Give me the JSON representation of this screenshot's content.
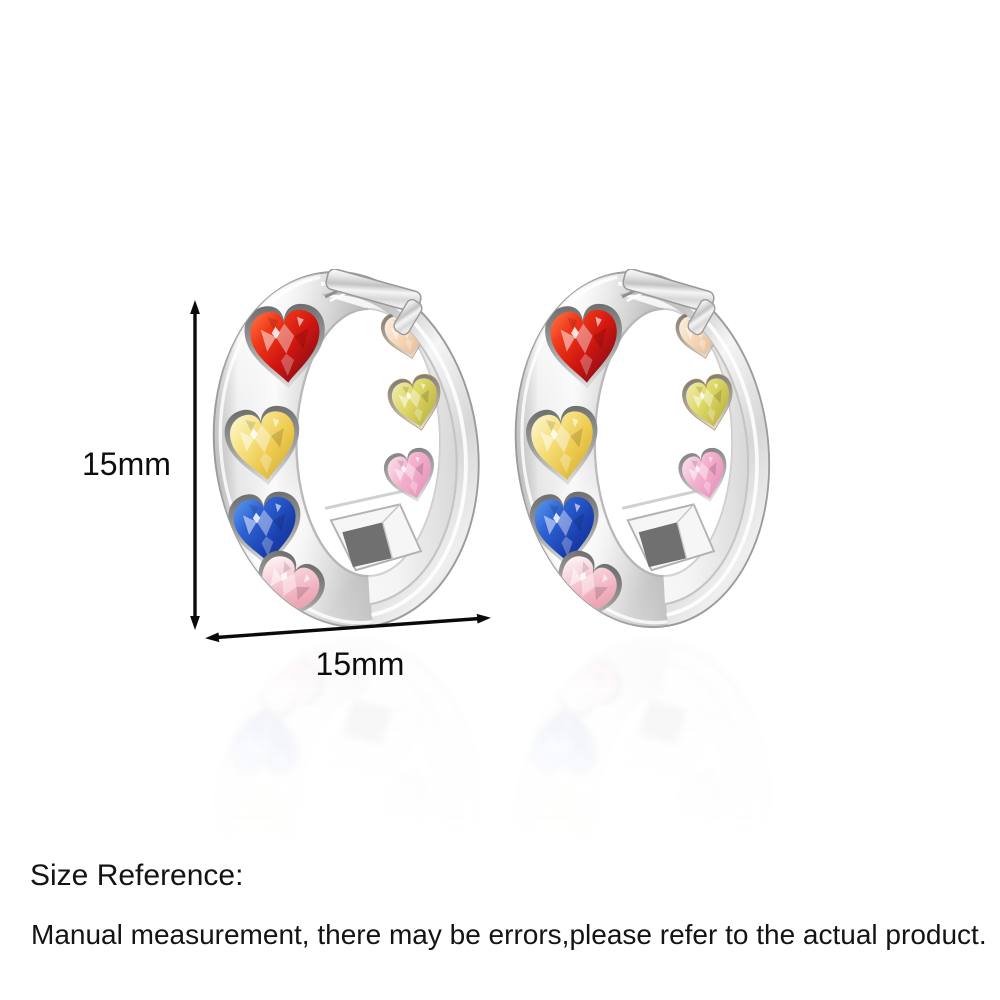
{
  "dimensions": {
    "height_label": "15mm",
    "width_label": "15mm"
  },
  "footer": {
    "size_reference_label": "Size Reference:",
    "disclaimer": "Manual measurement, there may be errors,please refer to the actual product."
  },
  "colors": {
    "background": "#ffffff",
    "text": "#141414",
    "dimension_arrow": "#0a0a0a",
    "metal_highlight": "#ffffff",
    "metal_mid": "#c6c6c6",
    "metal_edge": "#9b9b9b",
    "gem_red": "#cf1510",
    "gem_yellow": "#edc94e",
    "gem_blue": "#1a3fae",
    "gem_pink_crystal": "#f0aebd",
    "gem_champagne": "#f6d9bb",
    "gem_yellow_green": "#ded867",
    "gem_inner_pink": "#f4b1ce"
  },
  "earrings": [
    {
      "id": "left",
      "front_gems": [
        "red",
        "yellow",
        "blue",
        "pink"
      ],
      "inner_gems": [
        "champagne",
        "yellow-green",
        "pink"
      ]
    },
    {
      "id": "right",
      "front_gems": [
        "red",
        "yellow",
        "blue",
        "pink"
      ],
      "inner_gems": [
        "champagne",
        "yellow-green",
        "pink"
      ]
    }
  ]
}
